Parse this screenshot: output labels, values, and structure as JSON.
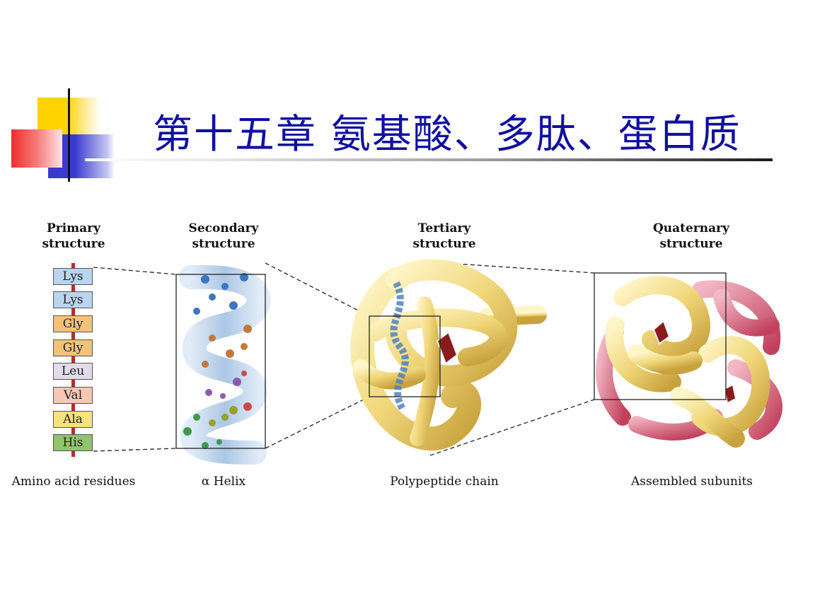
{
  "slide": {
    "title": "第十五章  氨基酸、多肽、蛋白质"
  },
  "diagram": {
    "levels": [
      {
        "heading_line1": "Primary",
        "heading_line2": "structure",
        "caption": "Amino acid residues"
      },
      {
        "heading_line1": "Secondary",
        "heading_line2": "structure",
        "caption": "α Helix"
      },
      {
        "heading_line1": "Tertiary",
        "heading_line2": "structure",
        "caption": "Polypeptide chain"
      },
      {
        "heading_line1": "Quaternary",
        "heading_line2": "structure",
        "caption": "Assembled subunits"
      }
    ],
    "residues": [
      {
        "name": "Lys",
        "color": "#b9d4ef"
      },
      {
        "name": "Lys",
        "color": "#b9d4ef"
      },
      {
        "name": "Gly",
        "color": "#f3c27a"
      },
      {
        "name": "Gly",
        "color": "#f3c27a"
      },
      {
        "name": "Leu",
        "color": "#e2dcea"
      },
      {
        "name": "Val",
        "color": "#f6c7b5"
      },
      {
        "name": "Ala",
        "color": "#f7e27c"
      },
      {
        "name": "His",
        "color": "#8fc46a"
      }
    ]
  }
}
